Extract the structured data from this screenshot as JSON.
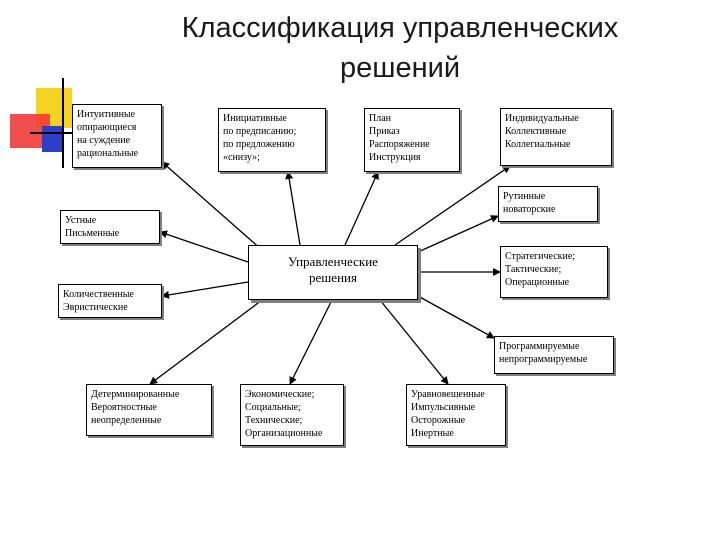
{
  "title": "Классификация управленческих\nрешений",
  "center": "Управленческие\nрешения",
  "colors": {
    "yellow": "#f5d320",
    "red": "#f03b3b",
    "blue": "#2d3fc9",
    "line": "#000000"
  },
  "boxes": {
    "intuitive": "Интуитивные\nопирающиеся\nна суждение\nрациональные",
    "initiative": "Инициативные\nпо предписанию;\nпо предложению\n«снизу»;",
    "plan": "План\nПриказ\nРаспоряжение\nИнструкция",
    "individual": "Индивидуальные\nКоллективные\nКоллегиальные",
    "routine": "Рутинные\nноваторские",
    "oral": "Устные\nПисьменные",
    "strategic": "Стратегические;\nТактические;\nОперационные",
    "quantitative": "Количественные\nЭвристические",
    "programmable": "Программируемые\nнепрограммируемые",
    "determined": "Детерминированные\nВероятностные\nнеопределенные",
    "economic": "Экономические;\nСоциальные;\nТехнические;\nОрганизационные",
    "balanced": "Уравновешенные\nИмпульсивные\nОсторожные\nИнертные"
  }
}
